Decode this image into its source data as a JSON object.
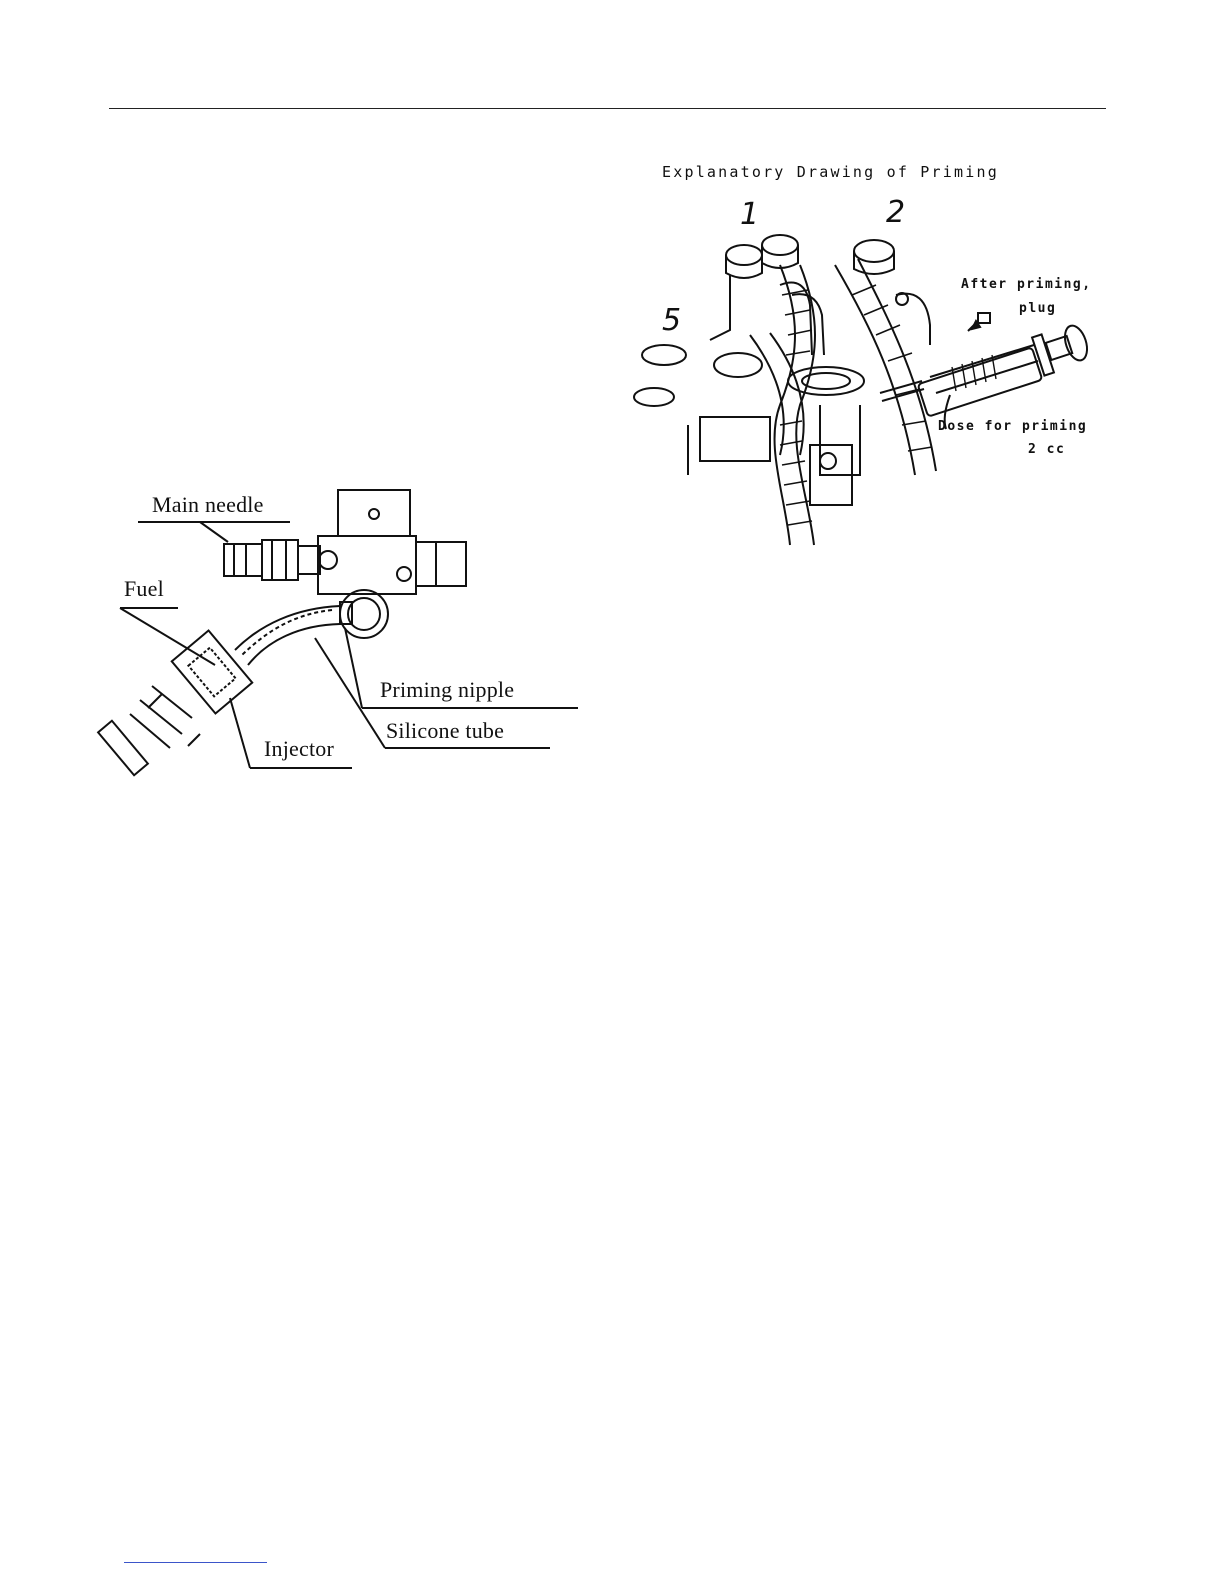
{
  "left_diagram": {
    "labels": {
      "main_needle": "Main needle",
      "fuel": "Fuel",
      "priming_nipple": "Priming nipple",
      "silicone_tube": "Silicone tube",
      "injector": "Injector"
    }
  },
  "right_diagram": {
    "title": "Explanatory Drawing of Priming",
    "labels": {
      "cylinder_1": "1",
      "cylinder_2": "2",
      "cylinder_5": "5",
      "after_priming_line1": "After priming,",
      "after_priming_line2": "plug",
      "dose_line1": "Dose for priming",
      "dose_line2": "2 cc"
    }
  }
}
